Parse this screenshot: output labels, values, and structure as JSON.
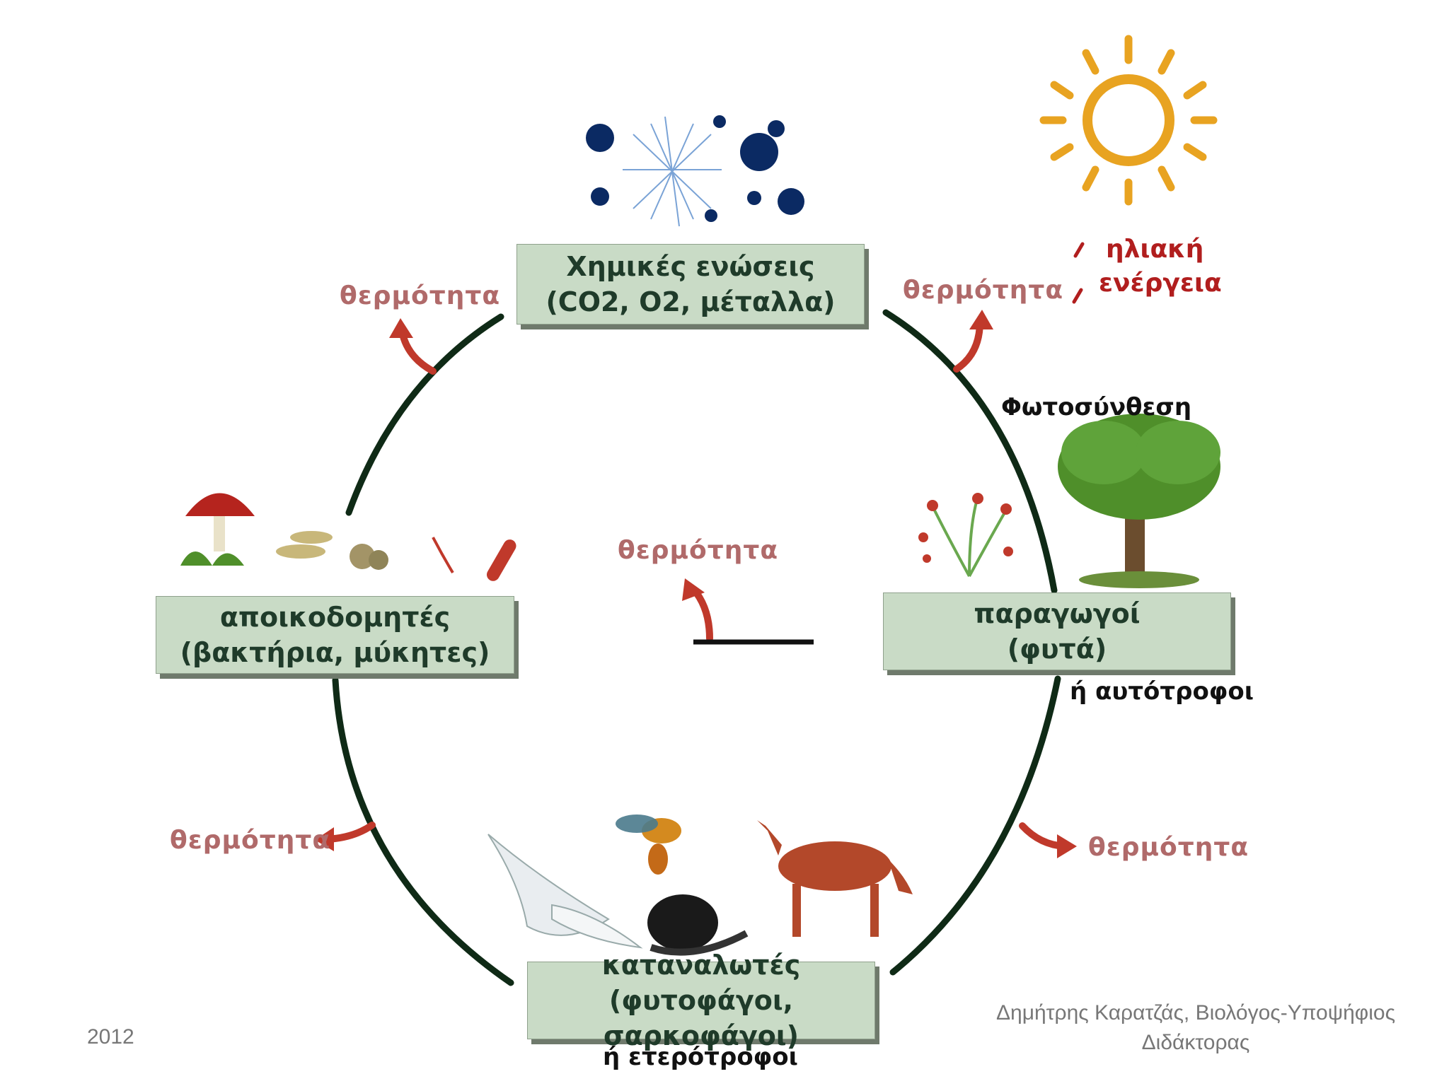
{
  "boxes": {
    "chemical": {
      "line1": "Χημικές ενώσεις",
      "line2": "(CO2, O2, μέταλλα)"
    },
    "producers": {
      "line1": "παραγωγοί",
      "line2": "(φυτά)"
    },
    "consumers": {
      "line1": "καταναλωτές",
      "line2": "(φυτοφάγοι, σαρκοφάγοι)"
    },
    "decomposers": {
      "line1": "αποικοδομητές",
      "line2": "(βακτήρια, μύκητες)"
    }
  },
  "heat_label": "θερμότητα",
  "solar": {
    "line1": "ηλιακή",
    "line2": "ενέργεια"
  },
  "photosynthesis": "Φωτοσύνθεση",
  "autotrophs": "ή αυτότροφοι",
  "heterotrophs": "ή ετερότροφοι",
  "footer": {
    "year": "2012",
    "author_line1": "Δημήτρης Καρατζάς, Βιολόγος-Υποψήφιος",
    "author_line2": "Διδάκτορας"
  },
  "colors": {
    "cycle": "#0f2a16",
    "arrow": "#c0392b",
    "heat_text": "#b06a6a",
    "box": "#c9dbc6",
    "sun": "#e8a321"
  }
}
